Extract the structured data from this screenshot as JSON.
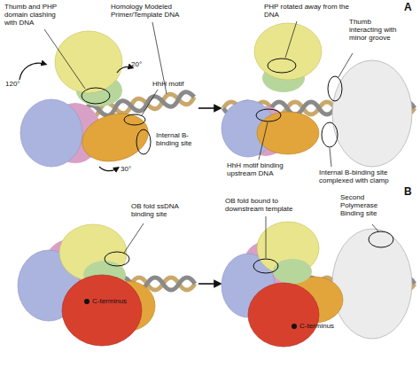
{
  "diagram": {
    "labels": [
      "A",
      "Thumb and PHP domain clashing with DNA",
      "Homology Modeled Primer/Template DNA",
      "120°",
      "20°",
      "HhH motif",
      "30°",
      "Internal B-binding site",
      "PHP rotated away from the DNA",
      "Thumb interacting with minor groove",
      "HhH motif binding upstream DNA",
      "Internal B-binding site complexed with clamp",
      "B",
      "OB fold ssDNA binding site",
      "C-terminus",
      "OB fold bound to downstream template",
      "Second Polymerase Binding site",
      "C-terminus"
    ]
  }
}
